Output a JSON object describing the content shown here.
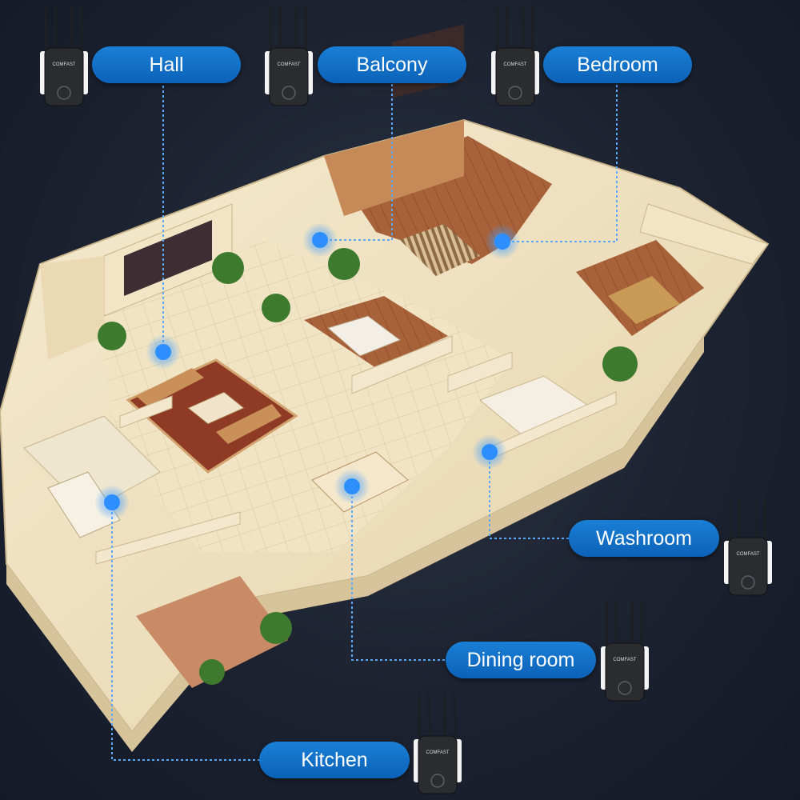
{
  "colors": {
    "background": "#1c2230",
    "pill": "#0b62b8",
    "connector": "#5aa9ff",
    "hotspot": "#2d8fff",
    "wall": "#f2e5c6",
    "floor_tile": "#efe2c2",
    "floor_wood": "#a8623a",
    "device_body": "#2a2c30"
  },
  "icons": {
    "hotspot": "wifi-hotspot-icon",
    "device": "wifi-repeater-icon"
  },
  "devices": [
    {
      "brand": "COMFAST"
    },
    {
      "brand": "COMFAST"
    },
    {
      "brand": "COMFAST"
    },
    {
      "brand": "COMFAST"
    },
    {
      "brand": "COMFAST"
    },
    {
      "brand": "COMFAST"
    }
  ],
  "labels": {
    "hall": "Hall",
    "balcony": "Balcony",
    "bedroom": "Bedroom",
    "washroom": "Washroom",
    "dining_room": "Dining room",
    "kitchen": "Kitchen"
  }
}
